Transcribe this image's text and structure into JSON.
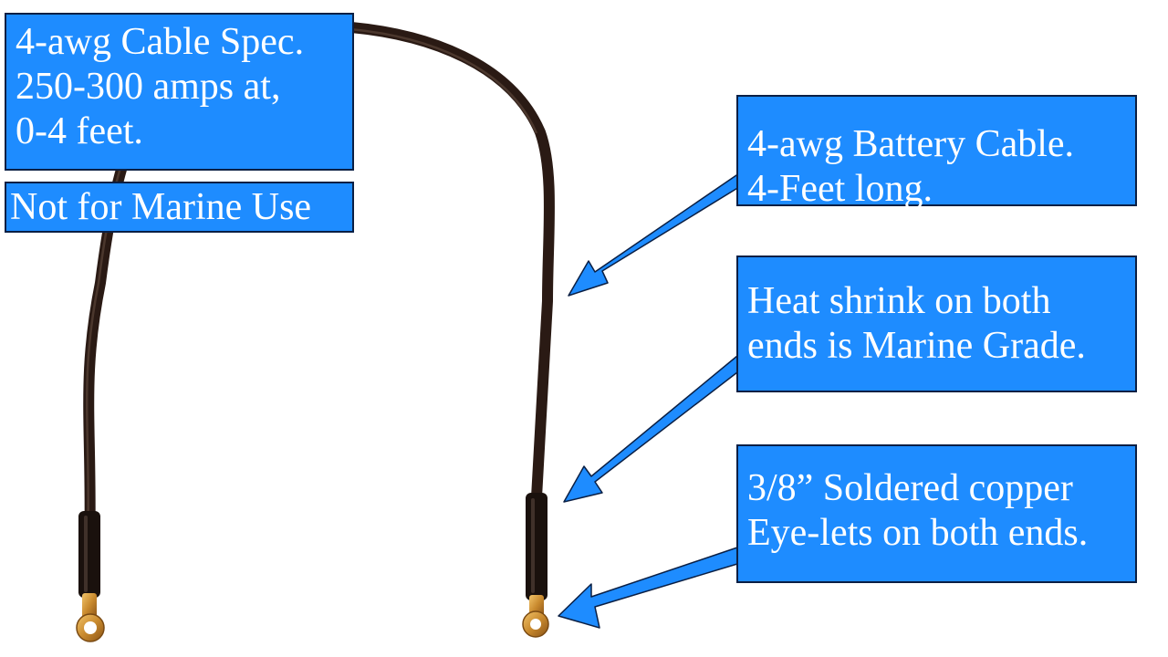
{
  "callouts": {
    "spec": {
      "line1": "4-awg Cable Spec.",
      "line2": "250-300 amps at,",
      "line3": "0-4 feet."
    },
    "marine_warning": "Not for Marine Use",
    "battery_cable": {
      "line1": "4-awg Battery Cable.",
      "line2": "4-Feet long."
    },
    "heat_shrink": {
      "line1": "Heat shrink on both",
      "line2": "ends is Marine Grade."
    },
    "eyelets": {
      "line1": "3/8” Soldered copper",
      "line2": "Eye-lets on both ends."
    }
  },
  "colors": {
    "callout_fill": "#1e8cff",
    "callout_border": "#0a1f44",
    "cable": "#2a1a14",
    "heat_shrink": "#1a110d",
    "copper": "#c98a2e",
    "arrow": "#1e8cff"
  }
}
